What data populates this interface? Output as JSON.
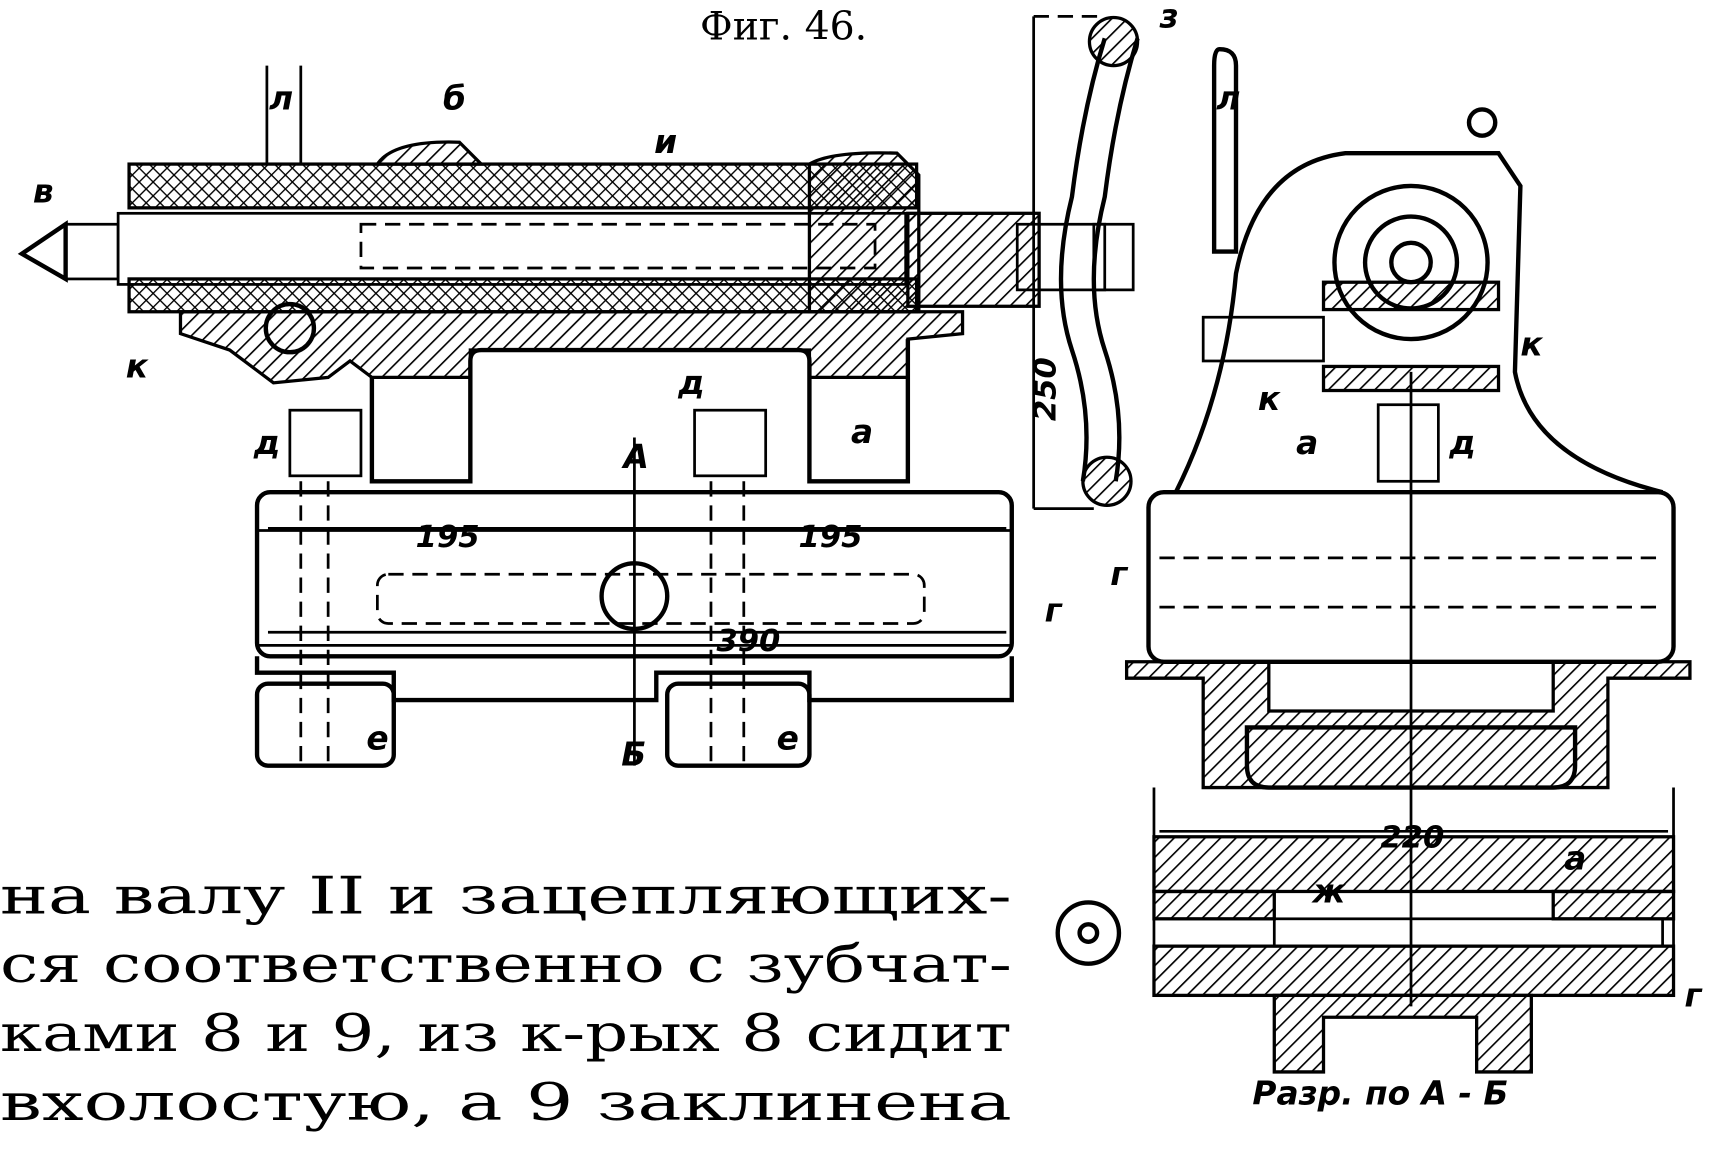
{
  "figure": {
    "title": "Фиг. 46.",
    "section_caption": "Разр. по А - Б",
    "labels": {
      "l": "л",
      "b": "б",
      "i": "и",
      "v": "в",
      "k": "к",
      "d": "д",
      "a": "а",
      "g": "г",
      "e": "е",
      "zh": "ж",
      "z": "з",
      "A": "А",
      "B": "Б"
    },
    "dimensions": {
      "left_half": "195",
      "right_half": "195",
      "total": "390",
      "handwheel": "250",
      "section_width": "220"
    }
  },
  "text": {
    "lines": [
      "на валу II и зацепляющих-",
      "ся соответственно с зубчат-",
      "ками 8 и 9, из к-рых 8 сидит",
      "вхолостую,  а 9 заклинена"
    ]
  }
}
